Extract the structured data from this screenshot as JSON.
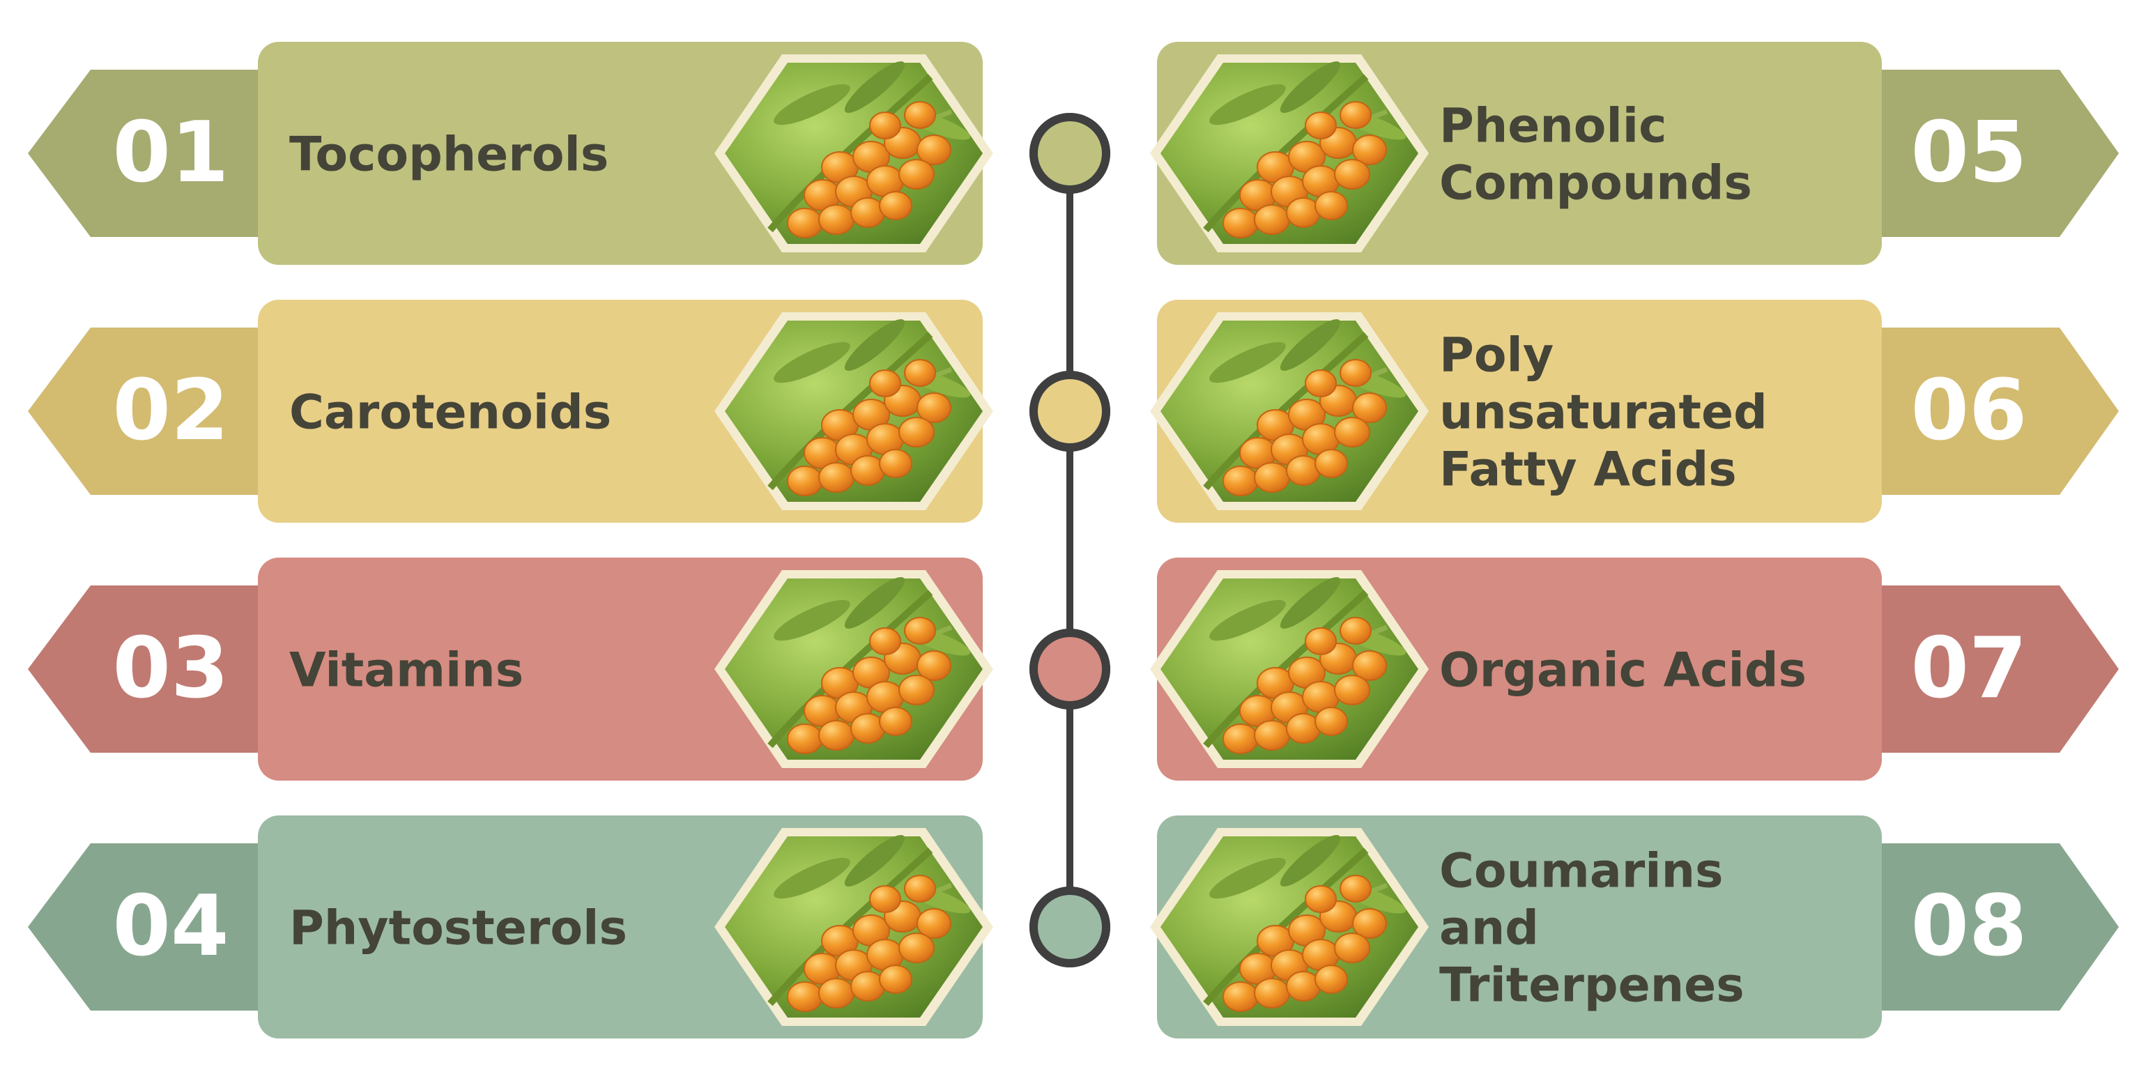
{
  "items": [
    {
      "number": "01",
      "lines": [
        "Tocopherols"
      ],
      "color": "#bfc27f",
      "dark": "#a6ab70"
    },
    {
      "number": "02",
      "lines": [
        "Carotenoids"
      ],
      "color": "#e8cf86",
      "dark": "#d3bb70"
    },
    {
      "number": "03",
      "lines": [
        "Vitamins"
      ],
      "color": "#d58c82",
      "dark": "#c07a72"
    },
    {
      "number": "04",
      "lines": [
        "Phytosterols"
      ],
      "color": "#9cbba4",
      "dark": "#87a68f"
    },
    {
      "number": "05",
      "lines": [
        "Phenolic",
        "Compounds"
      ],
      "color": "#bfc27f",
      "dark": "#a6ab70"
    },
    {
      "number": "06",
      "lines": [
        "Poly",
        "unsaturated",
        "Fatty Acids"
      ],
      "color": "#e8cf86",
      "dark": "#d3bb70"
    },
    {
      "number": "07",
      "lines": [
        "Organic Acids"
      ],
      "color": "#d58c82",
      "dark": "#c07a72"
    },
    {
      "number": "08",
      "lines": [
        "Coumarins",
        "and",
        "Triterpenes"
      ],
      "color": "#9cbba4",
      "dark": "#87a68f"
    }
  ],
  "icon": "sea-buckthorn-berries-photo",
  "connector_color": "#3f3f3f"
}
